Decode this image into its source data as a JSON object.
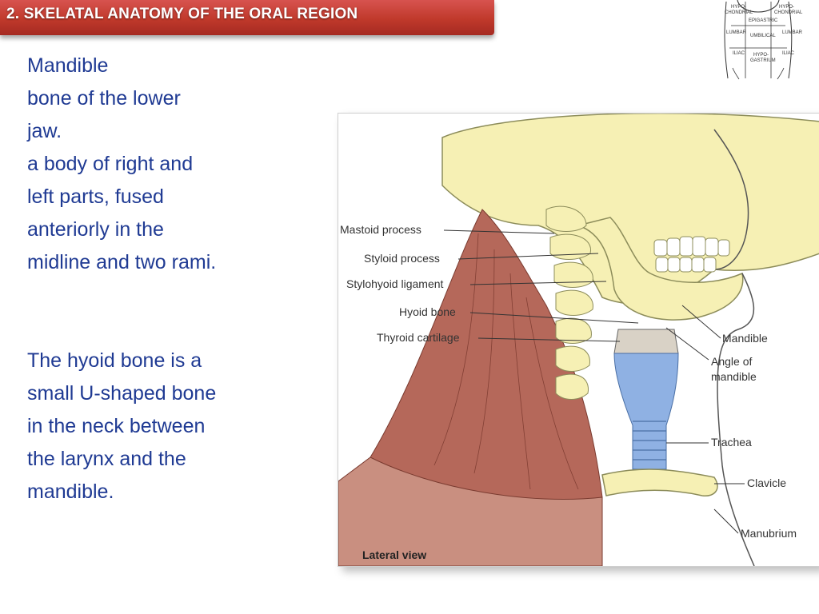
{
  "slide": {
    "title": "2. SKELATAL ANATOMY OF THE ORAL REGION",
    "paragraph1": [
      "Mandible",
      "bone of the lower",
      "jaw.",
      "a body of right and",
      "left parts, fused",
      "anteriorly in the",
      "midline and two rami."
    ],
    "paragraph2": [
      "The hyoid bone is a",
      "small U-shaped bone",
      "in the neck between",
      "the larynx and the",
      "mandible."
    ]
  },
  "abdomen_regions": {
    "hypochondrial_l1": "HYPO-",
    "hypochondrial_l2": "CHONDRIAL",
    "epigastric": "EPIGASTRIC",
    "hypochondrial_r1": "HYPO-",
    "hypochondrial_r2": "CHONDRIAL",
    "lumbar_l": "LUMBAR",
    "umbilical": "UMBILICAL",
    "lumbar_r": "LUMBAR",
    "iliac_l": "ILIAC",
    "hypogastrium_1": "HYPO-",
    "hypogastrium_2": "GASTRIUM",
    "iliac_r": "ILIAC"
  },
  "figure": {
    "labels": {
      "mastoid": "Mastoid process",
      "styloid": "Styloid process",
      "stylohyoid": "Stylohyoid ligament",
      "hyoid": "Hyoid bone",
      "thyroid": "Thyroid cartilage",
      "mandible": "Mandible",
      "angle1": "Angle of",
      "angle2": "mandible",
      "trachea": "Trachea",
      "clavicle": "Clavicle",
      "manubrium": "Manubrium"
    },
    "caption": "Lateral view"
  },
  "colors": {
    "title_bg": "#c0392b",
    "body_text": "#1f3a93",
    "bone": "#f6f0b4",
    "muscle": "#b5685a",
    "cartilage": "#8fb1e3"
  }
}
